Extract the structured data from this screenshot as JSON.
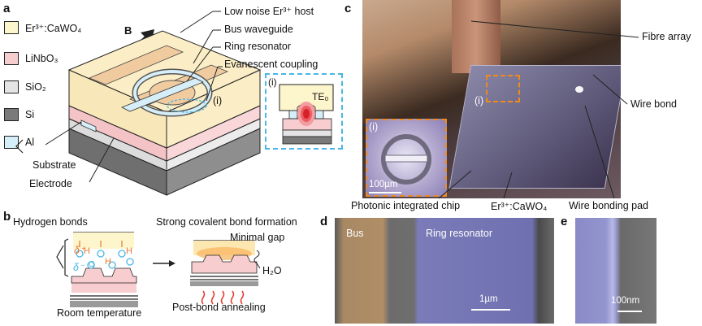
{
  "panels": {
    "a": {
      "letter": "a",
      "legend": [
        {
          "label": "Er³⁺:CaWO₄",
          "color": "#fdf5cc"
        },
        {
          "label": "LiNbO₃",
          "color": "#f7cdd0"
        },
        {
          "label": "SiO₂",
          "color": "#e4e4e4"
        },
        {
          "label": "Si",
          "color": "#7a7a7a"
        },
        {
          "label": "Al",
          "color": "#d6eef8"
        }
      ],
      "arrow_label": "B",
      "callouts": [
        "Low noise Er³⁺ host",
        "Bus waveguide",
        "Ring resonator",
        "Evanescent coupling"
      ],
      "inset_marker": "(i)",
      "mode_label": "TE₀",
      "substrate_label": "Substrate",
      "electrode_label": "Electrode"
    },
    "b": {
      "letter": "b",
      "hydrogen_label": "Hydrogen bonds",
      "covalent_label": "Strong covalent bond formation",
      "gap_label": "Minimal gap",
      "water_label": "H₂O",
      "room_temp_label": "Room temperature",
      "anneal_label": "Post-bond annealing",
      "delta_plus": "δ⁺",
      "delta_minus": "δ⁻",
      "h_atom": "H",
      "o_atom": "O"
    },
    "c": {
      "letter": "c",
      "fibre_label": "Fibre array",
      "wirebond_label": "Wire bond",
      "chip_label": "Photonic integrated chip",
      "crystal_label": "Er³⁺:CaWO₄",
      "pad_label": "Wire bonding pad",
      "inset_marker": "(i)",
      "scale_label": "100µm"
    },
    "d": {
      "letter": "d",
      "bus_label": "Bus",
      "ring_label": "Ring resonator",
      "scale_label": "1µm"
    },
    "e": {
      "letter": "e",
      "scale_label": "100nm"
    }
  },
  "colors": {
    "inset_border": "#49b6e6",
    "zoom_border": "#f08a1e",
    "waveguide_fill": "#d6eef8"
  }
}
